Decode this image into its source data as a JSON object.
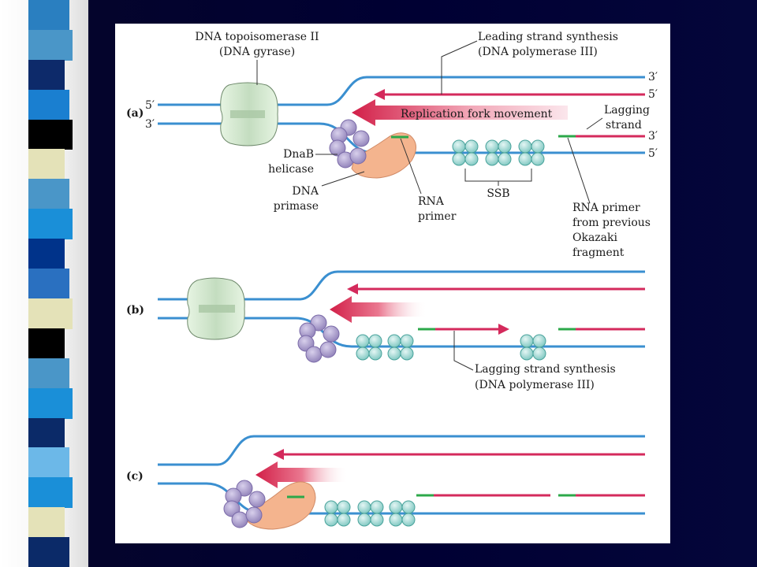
{
  "panels": {
    "a": "(a)",
    "b": "(b)",
    "c": "(c)"
  },
  "labels": {
    "topoisomerase_line1": "DNA topoisomerase II",
    "topoisomerase_line2": "(DNA gyrase)",
    "leading_line1": "Leading strand synthesis",
    "leading_line2": "(DNA polymerase III)",
    "fork_movement": "Replication fork movement",
    "lagging_strand_line1": "Lagging",
    "lagging_strand_line2": "strand",
    "dnab_line1": "DnaB",
    "dnab_line2": "helicase",
    "primase_line1": "DNA",
    "primase_line2": "primase",
    "rna_primer_line1": "RNA",
    "rna_primer_line2": "primer",
    "ssb": "SSB",
    "previous_primer_line1": "RNA primer",
    "previous_primer_line2": "from previous",
    "previous_primer_line3": "Okazaki",
    "previous_primer_line4": "fragment",
    "lagging_synthesis_line1": "Lagging strand synthesis",
    "lagging_synthesis_line2": "(DNA polymerase III)"
  },
  "strand_ends": {
    "top_right_upper": "3′",
    "top_right_lower": "5′",
    "left_upper": "5′",
    "left_lower": "3′",
    "lagging_right_upper": "3′",
    "lagging_right_lower": "5′"
  },
  "colors": {
    "dna_blue": "#3a8fd0",
    "new_strand_red": "#d42a5c",
    "primer_green": "#2ca84a",
    "gyrase_fill": "#dcefd8",
    "helicase_purple": "#a79acb",
    "primase_orange": "#f4b48e",
    "ssb_teal": "#aee0dc"
  },
  "side_bar_colors": [
    "#2a7fc0",
    "#4a96c8",
    "#0d2a6a",
    "#1a7fd0",
    "#000000",
    "#e4e2b8",
    "#4a96c8",
    "#1a8fd8",
    "#00338a",
    "#2a70c0",
    "#e4e2b8",
    "#000000",
    "#4a96c8",
    "#1a8fd8",
    "#0b2a68",
    "#6cb8e8",
    "#1a8fd8",
    "#e4e2b8",
    "#0b2a68"
  ]
}
